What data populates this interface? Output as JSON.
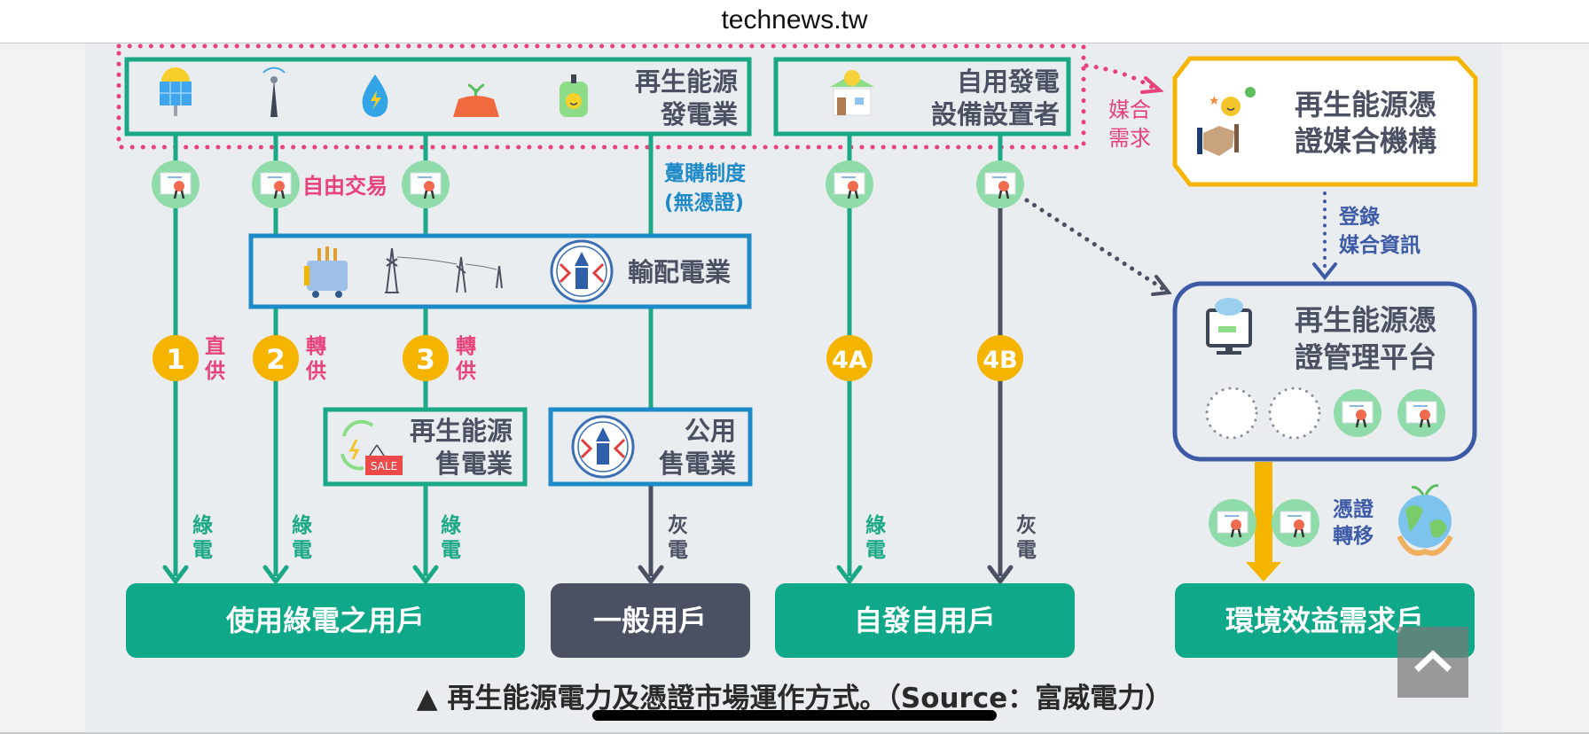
{
  "site": {
    "title": "technews.tw"
  },
  "colors": {
    "green": "#1aa886",
    "green_light": "#8fdcaa",
    "blue": "#1f8ac8",
    "navy": "#3d5aa6",
    "pink": "#e8427a",
    "yellow": "#f5b400",
    "gray_dark": "#4b5163",
    "bg": "#eaedf0"
  },
  "diagram": {
    "producers": {
      "label_line1": "再生能源",
      "label_line2": "發電業",
      "icons": [
        "solar-panel-icon",
        "wind-turbine-icon",
        "hydro-drop-icon",
        "biomass-icon",
        "geothermal-icon"
      ]
    },
    "self_generation": {
      "label_line1": "自用發電",
      "label_line2": "設備設置者"
    },
    "matching_demand": {
      "line1": "媒合",
      "line2": "需求"
    },
    "matching_agency": {
      "line1": "再生能源憑",
      "line2": "證媒合機構"
    },
    "register_info": {
      "line1": "登錄",
      "line2": "媒合資訊"
    },
    "free_trade": "自由交易",
    "feed_in": {
      "line1": "躉購制度",
      "line2": "(無憑證)"
    },
    "grid": {
      "label": "輸配電業"
    },
    "routes": [
      {
        "badge": "1",
        "line1": "直",
        "line2": "供"
      },
      {
        "badge": "2",
        "line1": "轉",
        "line2": "供"
      },
      {
        "badge": "3",
        "line1": "轉",
        "line2": "供"
      },
      {
        "badge": "4A"
      },
      {
        "badge": "4B"
      }
    ],
    "re_retailer": {
      "line1": "再生能源",
      "line2": "售電業",
      "sale_tag": "SALE"
    },
    "public_retailer": {
      "line1": "公用",
      "line2": "售電業"
    },
    "platform": {
      "line1": "再生能源憑",
      "line2": "證管理平台"
    },
    "cert_transfer": {
      "line1": "憑證",
      "line2": "轉移"
    },
    "green_power": {
      "line1": "綠",
      "line2": "電"
    },
    "gray_power": {
      "line1": "灰",
      "line2": "電"
    },
    "consumers": {
      "green_users": "使用綠電之用戶",
      "general_users": "一般用戶",
      "self_users": "自發自用戶",
      "env_users": "環境效益需求戶"
    }
  },
  "caption": "▲ 再生能源電力及憑證市場運作方式。（Source：富威電力）",
  "scroll_top": {
    "icon": "chevron-up-icon"
  }
}
